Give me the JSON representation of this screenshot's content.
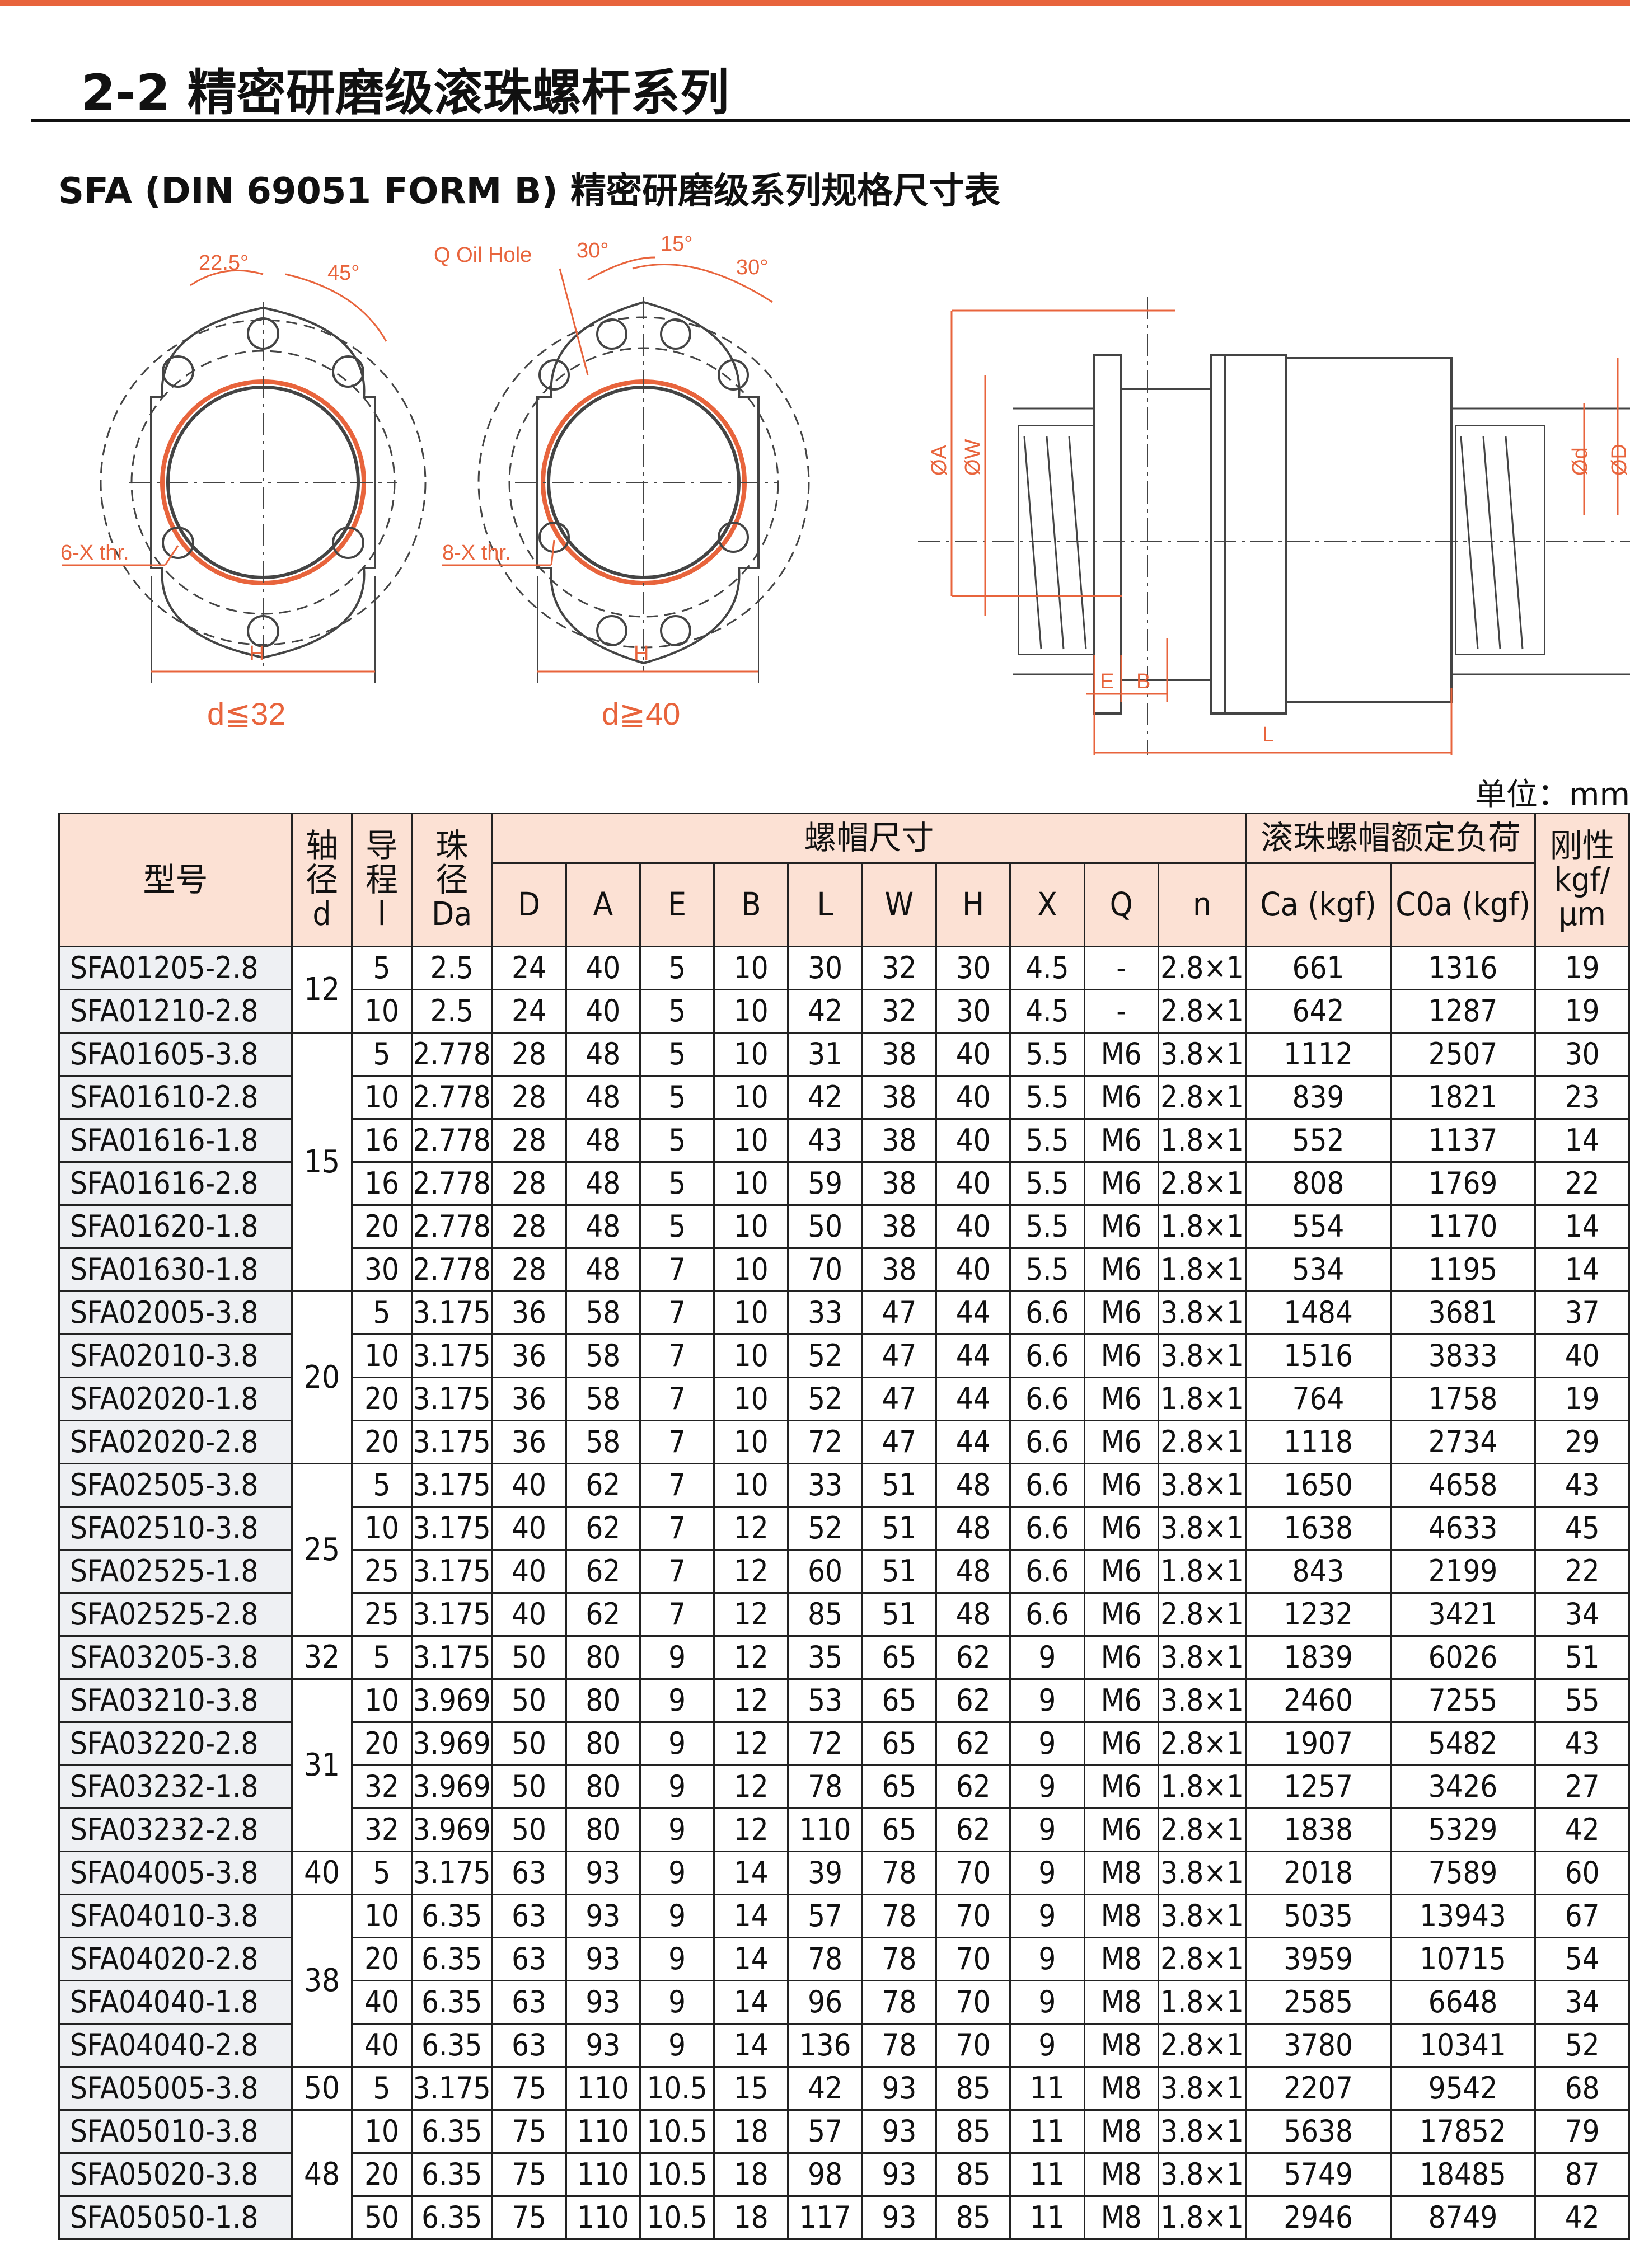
{
  "header": {
    "title": "2-2 精密研磨级滚珠螺杆系列",
    "subtitle": "SFA (DIN 69051 FORM B) 精密研磨级系列规格尺寸表",
    "unit": "单位：mm"
  },
  "drawing": {
    "left": {
      "angle1": "22.5°",
      "angle2": "45°",
      "holes": "6-X thr.",
      "width": "H",
      "cond": "d≦32"
    },
    "middle": {
      "oil_hole": "Q Oil Hole",
      "angle1": "30°",
      "angle2": "15°",
      "angle3": "30°",
      "holes": "8-X thr.",
      "width": "H",
      "cond": "d≧40"
    },
    "side": {
      "dia_a": "ØA",
      "dia_w": "ØW",
      "dia_d": "Ød",
      "dia_D": "ØD",
      "e": "E",
      "b": "B",
      "l": "L"
    }
  },
  "table": {
    "headers": {
      "model": "型号",
      "shaft": [
        "轴",
        "径",
        "d"
      ],
      "lead": [
        "导",
        "程",
        "l"
      ],
      "ball": [
        "珠",
        "径",
        "Da"
      ],
      "nut_group": "螺帽尺寸",
      "nut_cols": [
        "D",
        "A",
        "E",
        "B",
        "L",
        "W",
        "H",
        "X",
        "Q",
        "n"
      ],
      "load_group": "滚珠螺帽额定负荷",
      "load_cols": [
        "Ca (kgf)",
        "C0a (kgf)"
      ],
      "stiff": [
        "刚性",
        "kgf/",
        "μm"
      ]
    },
    "rows": [
      [
        "SFA01205-2.8",
        "12",
        "5",
        "2.5",
        "24",
        "40",
        "5",
        "10",
        "30",
        "32",
        "30",
        "4.5",
        "-",
        "2.8×1",
        "661",
        "1316",
        "19"
      ],
      [
        "SFA01210-2.8",
        "",
        "10",
        "2.5",
        "24",
        "40",
        "5",
        "10",
        "42",
        "32",
        "30",
        "4.5",
        "-",
        "2.8×1",
        "642",
        "1287",
        "19"
      ],
      [
        "SFA01605-3.8",
        "15",
        "5",
        "2.778",
        "28",
        "48",
        "5",
        "10",
        "31",
        "38",
        "40",
        "5.5",
        "M6",
        "3.8×1",
        "1112",
        "2507",
        "30"
      ],
      [
        "SFA01610-2.8",
        "",
        "10",
        "2.778",
        "28",
        "48",
        "5",
        "10",
        "42",
        "38",
        "40",
        "5.5",
        "M6",
        "2.8×1",
        "839",
        "1821",
        "23"
      ],
      [
        "SFA01616-1.8",
        "",
        "16",
        "2.778",
        "28",
        "48",
        "5",
        "10",
        "43",
        "38",
        "40",
        "5.5",
        "M6",
        "1.8×1",
        "552",
        "1137",
        "14"
      ],
      [
        "SFA01616-2.8",
        "",
        "16",
        "2.778",
        "28",
        "48",
        "5",
        "10",
        "59",
        "38",
        "40",
        "5.5",
        "M6",
        "2.8×1",
        "808",
        "1769",
        "22"
      ],
      [
        "SFA01620-1.8",
        "",
        "20",
        "2.778",
        "28",
        "48",
        "5",
        "10",
        "50",
        "38",
        "40",
        "5.5",
        "M6",
        "1.8×1",
        "554",
        "1170",
        "14"
      ],
      [
        "SFA01630-1.8",
        "",
        "30",
        "2.778",
        "28",
        "48",
        "7",
        "10",
        "70",
        "38",
        "40",
        "5.5",
        "M6",
        "1.8×1",
        "534",
        "1195",
        "14"
      ],
      [
        "SFA02005-3.8",
        "20",
        "5",
        "3.175",
        "36",
        "58",
        "7",
        "10",
        "33",
        "47",
        "44",
        "6.6",
        "M6",
        "3.8×1",
        "1484",
        "3681",
        "37"
      ],
      [
        "SFA02010-3.8",
        "",
        "10",
        "3.175",
        "36",
        "58",
        "7",
        "10",
        "52",
        "47",
        "44",
        "6.6",
        "M6",
        "3.8×1",
        "1516",
        "3833",
        "40"
      ],
      [
        "SFA02020-1.8",
        "",
        "20",
        "3.175",
        "36",
        "58",
        "7",
        "10",
        "52",
        "47",
        "44",
        "6.6",
        "M6",
        "1.8×1",
        "764",
        "1758",
        "19"
      ],
      [
        "SFA02020-2.8",
        "",
        "20",
        "3.175",
        "36",
        "58",
        "7",
        "10",
        "72",
        "47",
        "44",
        "6.6",
        "M6",
        "2.8×1",
        "1118",
        "2734",
        "29"
      ],
      [
        "SFA02505-3.8",
        "25",
        "5",
        "3.175",
        "40",
        "62",
        "7",
        "10",
        "33",
        "51",
        "48",
        "6.6",
        "M6",
        "3.8×1",
        "1650",
        "4658",
        "43"
      ],
      [
        "SFA02510-3.8",
        "",
        "10",
        "3.175",
        "40",
        "62",
        "7",
        "12",
        "52",
        "51",
        "48",
        "6.6",
        "M6",
        "3.8×1",
        "1638",
        "4633",
        "45"
      ],
      [
        "SFA02525-1.8",
        "",
        "25",
        "3.175",
        "40",
        "62",
        "7",
        "12",
        "60",
        "51",
        "48",
        "6.6",
        "M6",
        "1.8×1",
        "843",
        "2199",
        "22"
      ],
      [
        "SFA02525-2.8",
        "",
        "25",
        "3.175",
        "40",
        "62",
        "7",
        "12",
        "85",
        "51",
        "48",
        "6.6",
        "M6",
        "2.8×1",
        "1232",
        "3421",
        "34"
      ],
      [
        "SFA03205-3.8",
        "32",
        "5",
        "3.175",
        "50",
        "80",
        "9",
        "12",
        "35",
        "65",
        "62",
        "9",
        "M6",
        "3.8×1",
        "1839",
        "6026",
        "51"
      ],
      [
        "SFA03210-3.8",
        "31",
        "10",
        "3.969",
        "50",
        "80",
        "9",
        "12",
        "53",
        "65",
        "62",
        "9",
        "M6",
        "3.8×1",
        "2460",
        "7255",
        "55"
      ],
      [
        "SFA03220-2.8",
        "",
        "20",
        "3.969",
        "50",
        "80",
        "9",
        "12",
        "72",
        "65",
        "62",
        "9",
        "M6",
        "2.8×1",
        "1907",
        "5482",
        "43"
      ],
      [
        "SFA03232-1.8",
        "",
        "32",
        "3.969",
        "50",
        "80",
        "9",
        "12",
        "78",
        "65",
        "62",
        "9",
        "M6",
        "1.8×1",
        "1257",
        "3426",
        "27"
      ],
      [
        "SFA03232-2.8",
        "",
        "32",
        "3.969",
        "50",
        "80",
        "9",
        "12",
        "110",
        "65",
        "62",
        "9",
        "M6",
        "2.8×1",
        "1838",
        "5329",
        "42"
      ],
      [
        "SFA04005-3.8",
        "40",
        "5",
        "3.175",
        "63",
        "93",
        "9",
        "14",
        "39",
        "78",
        "70",
        "9",
        "M8",
        "3.8×1",
        "2018",
        "7589",
        "60"
      ],
      [
        "SFA04010-3.8",
        "38",
        "10",
        "6.35",
        "63",
        "93",
        "9",
        "14",
        "57",
        "78",
        "70",
        "9",
        "M8",
        "3.8×1",
        "5035",
        "13943",
        "67"
      ],
      [
        "SFA04020-2.8",
        "",
        "20",
        "6.35",
        "63",
        "93",
        "9",
        "14",
        "78",
        "78",
        "70",
        "9",
        "M8",
        "2.8×1",
        "3959",
        "10715",
        "54"
      ],
      [
        "SFA04040-1.8",
        "",
        "40",
        "6.35",
        "63",
        "93",
        "9",
        "14",
        "96",
        "78",
        "70",
        "9",
        "M8",
        "1.8×1",
        "2585",
        "6648",
        "34"
      ],
      [
        "SFA04040-2.8",
        "",
        "40",
        "6.35",
        "63",
        "93",
        "9",
        "14",
        "136",
        "78",
        "70",
        "9",
        "M8",
        "2.8×1",
        "3780",
        "10341",
        "52"
      ],
      [
        "SFA05005-3.8",
        "50",
        "5",
        "3.175",
        "75",
        "110",
        "10.5",
        "15",
        "42",
        "93",
        "85",
        "11",
        "M8",
        "3.8×1",
        "2207",
        "9542",
        "68"
      ],
      [
        "SFA05010-3.8",
        "48",
        "10",
        "6.35",
        "75",
        "110",
        "10.5",
        "18",
        "57",
        "93",
        "85",
        "11",
        "M8",
        "3.8×1",
        "5638",
        "17852",
        "79"
      ],
      [
        "SFA05020-3.8",
        "",
        "20",
        "6.35",
        "75",
        "110",
        "10.5",
        "18",
        "98",
        "93",
        "85",
        "11",
        "M8",
        "3.8×1",
        "5749",
        "18485",
        "87"
      ],
      [
        "SFA05050-1.8",
        "",
        "50",
        "6.35",
        "75",
        "110",
        "10.5",
        "18",
        "117",
        "93",
        "85",
        "11",
        "M8",
        "1.8×1",
        "2946",
        "8749",
        "42"
      ]
    ],
    "shaft_spans": [
      2,
      6,
      4,
      4,
      1,
      4,
      1,
      4,
      1,
      3
    ]
  }
}
